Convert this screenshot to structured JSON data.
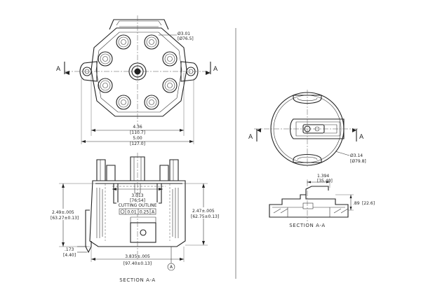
{
  "labels": {
    "section_letter": "A",
    "datum_letter": "A"
  },
  "top_view": {
    "dia_small": "Ø3.01",
    "dia_small_mm": "[Ø76.5]",
    "width_inner": "4.36",
    "width_inner_mm": "[110.7]",
    "width_outer": "5.00",
    "width_outer_mm": "[127.0]"
  },
  "section_view": {
    "dim_top": "3.013",
    "dim_top_mm": "[76.54]",
    "cutting_outline": "CUTTING OUTLINE",
    "tolerance_frame": [
      "0.01",
      "0.25",
      "A"
    ],
    "height_left": "2.49±.005",
    "height_left_mm": "[63.27±0.13]",
    "height_right": "2.47±.005",
    "height_right_mm": "[62.75±0.13]",
    "small_dim": ".173",
    "small_dim_mm": "[4.40]",
    "base_width": "3.835±.005",
    "base_width_mm": "[97.40±0.13]",
    "caption": "SECTION  A-A"
  },
  "rotor_view": {
    "dia": "Ø3.14",
    "dia_mm": "[Ø79.8]"
  },
  "rotor_section": {
    "dim_top": "1.394",
    "dim_top_mm": "[35.40]",
    "dim_side": ".89",
    "dim_side_mm": "[22.6]",
    "caption": "SECTION  A-A"
  }
}
